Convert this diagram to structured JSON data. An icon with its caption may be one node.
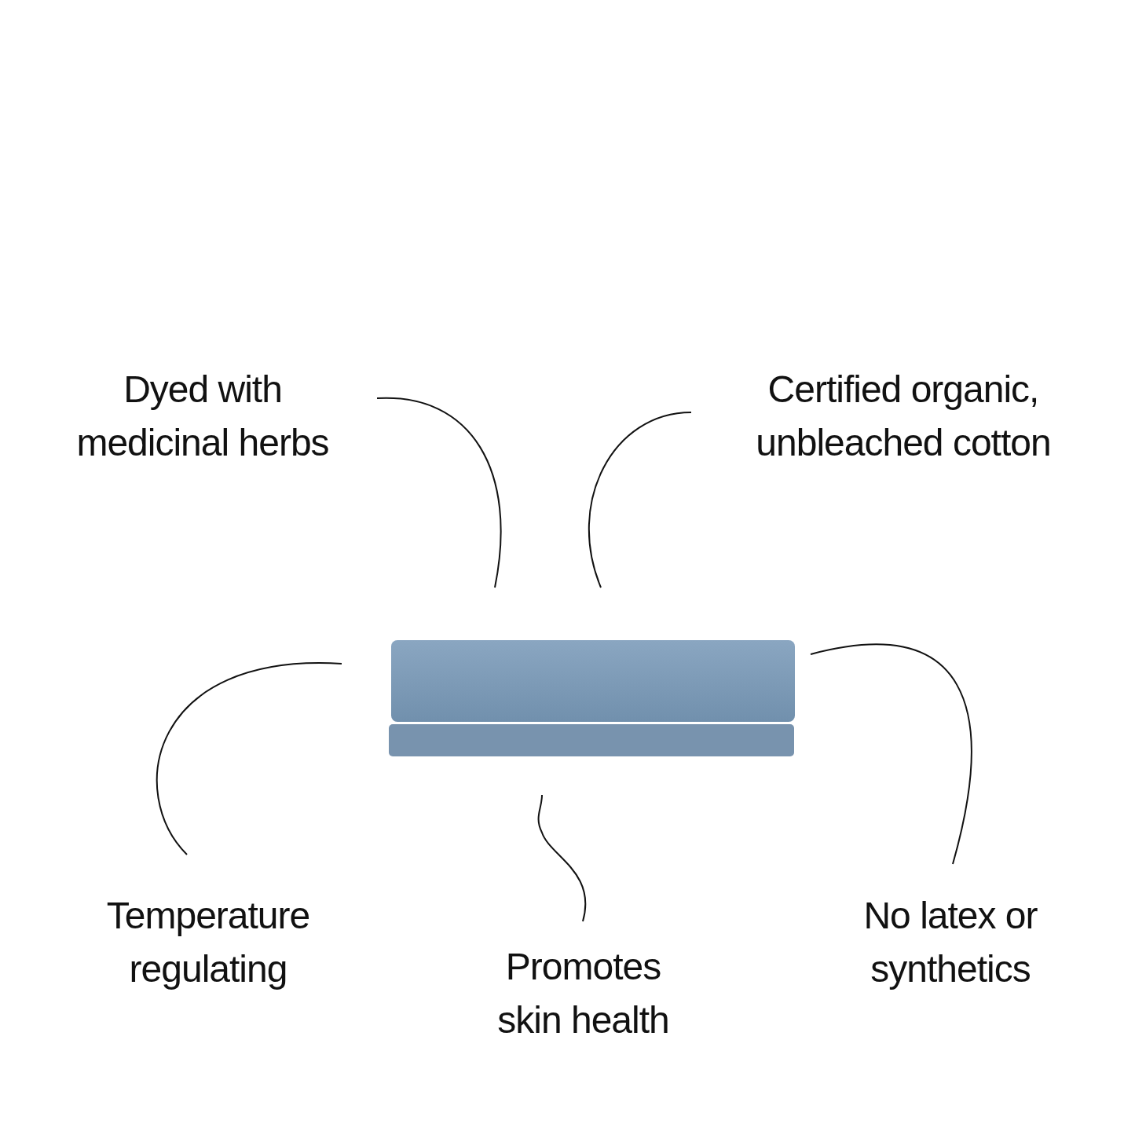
{
  "diagram": {
    "nodes": [
      {
        "text": [
          "Dyed with medicinal herbs"
        ]
      },
      {
        "text": [
          "Certified organic, unbleached cotton"
        ]
      },
      {
        "text": [],
        "shape": "picture"
      },
      {
        "text": [
          "Temperature regulating"
        ]
      },
      {
        "text": [
          "No latex or synthetics"
        ]
      },
      {
        "text": [
          "Promotes skin health"
        ]
      }
    ],
    "edges": [
      {
        "from": 0,
        "to": 2,
        "arrow": "none"
      },
      {
        "from": 1,
        "to": 2,
        "arrow": "none"
      },
      {
        "from": 3,
        "to": 2,
        "arrow": "none"
      },
      {
        "from": 4,
        "to": 2,
        "arrow": "none"
      },
      {
        "from": 5,
        "to": 2,
        "arrow": "none"
      }
    ]
  }
}
